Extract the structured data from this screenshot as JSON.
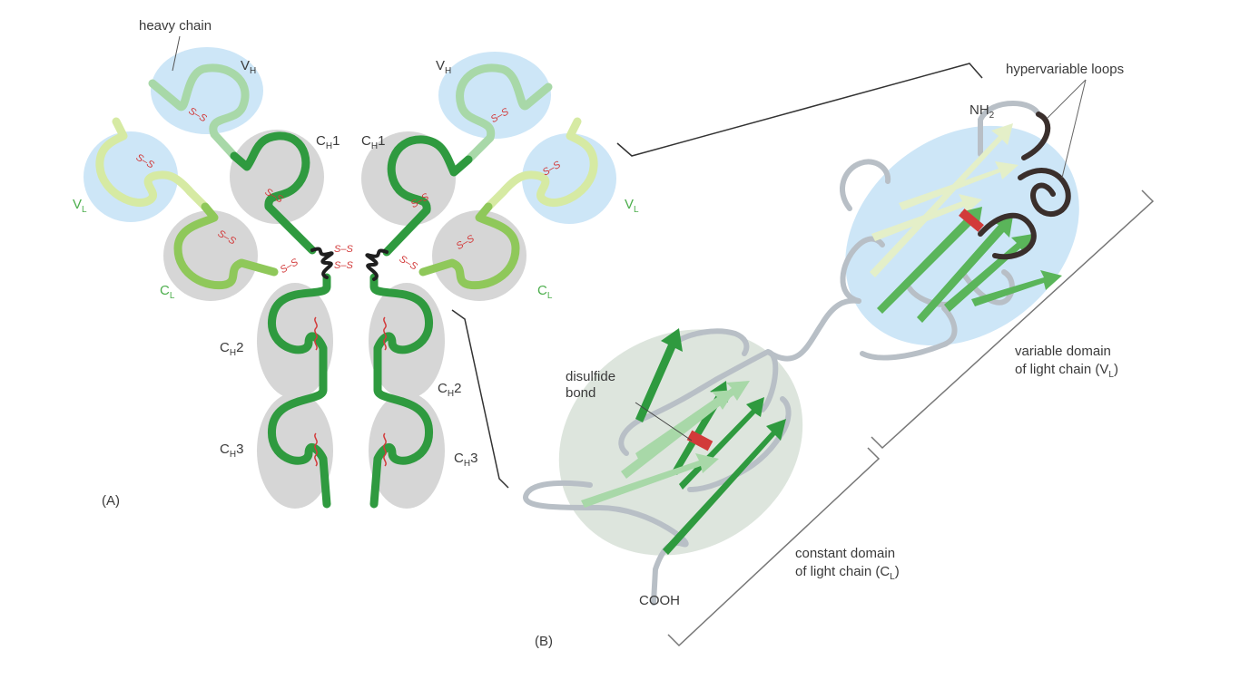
{
  "panel_a": {
    "panel_label": "(A)",
    "heavy_chain_label": "heavy chain",
    "domain_labels": {
      "vh_left": {
        "main": "V",
        "sub": "H"
      },
      "vh_right": {
        "main": "V",
        "sub": "H"
      },
      "vl_left": {
        "main": "V",
        "sub": "L"
      },
      "vl_right": {
        "main": "V",
        "sub": "L"
      },
      "cl_left": {
        "main": "C",
        "sub": "L"
      },
      "cl_right": {
        "main": "C",
        "sub": "L"
      },
      "ch1_left": {
        "main": "C",
        "sub": "H",
        "suffix": "1"
      },
      "ch1_right": {
        "main": "C",
        "sub": "H",
        "suffix": "1"
      },
      "ch2_left": {
        "main": "C",
        "sub": "H",
        "suffix": "2"
      },
      "ch2_right": {
        "main": "C",
        "sub": "H",
        "suffix": "2"
      },
      "ch3_left": {
        "main": "C",
        "sub": "H",
        "suffix": "3"
      },
      "ch3_right": {
        "main": "C",
        "sub": "H",
        "suffix": "3"
      }
    },
    "disulfide_symbol": "S–S"
  },
  "panel_b": {
    "panel_label": "(B)",
    "hypervariable_loops_label": "hypervariable loops",
    "nh2_label": {
      "main": "NH",
      "sub": "2"
    },
    "cooh_label": "COOH",
    "disulfide_bond_label": [
      "disulfide",
      "bond"
    ],
    "variable_domain_label": {
      "line1": "variable domain",
      "line2_prefix": "of light chain (V",
      "line2_sub": "L",
      "line2_suffix": ")"
    },
    "constant_domain_label": {
      "line1": "constant domain",
      "line2_prefix": "of light chain (C",
      "line2_sub": "L",
      "line2_suffix": ")"
    }
  },
  "colors": {
    "heavy_chain_dark": "#2f9a3f",
    "heavy_chain_light": "#a8d8a8",
    "light_chain_light": "#d6eaa3",
    "light_chain_mid": "#8fc85a",
    "variable_region_bg": "#cde6f7",
    "constant_region_bg": "#d6d6d6",
    "constant_domain_b_bg": "#dde5dd",
    "disulfide_red": "#d23a3a",
    "hinge_black": "#1f1f1f",
    "loop_dark": "#3a2f2c",
    "coil_gray": "#b8bfc6"
  }
}
